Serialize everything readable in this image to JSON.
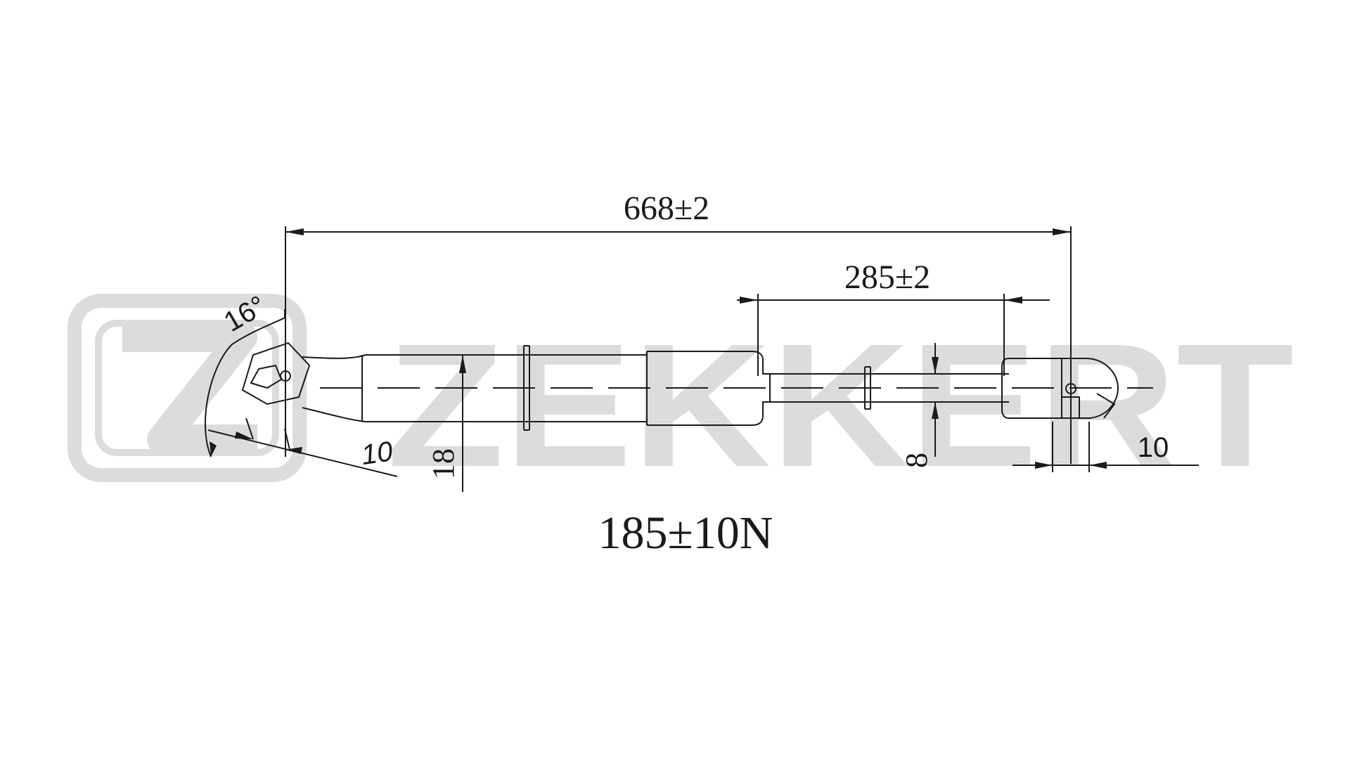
{
  "watermark": {
    "brand": "ZEKKERT",
    "color": "#dcdcdc"
  },
  "dimensions": {
    "overall_length": "668±2",
    "stroke": "285±2",
    "body_diameter": "18",
    "rod_diameter": "8",
    "left_end_fitting": "10",
    "right_end_fitting": "10",
    "end_angle": "16°"
  },
  "force": "185±10N",
  "colors": {
    "line": "#1a1a1a",
    "watermark": "#dcdcdc"
  }
}
